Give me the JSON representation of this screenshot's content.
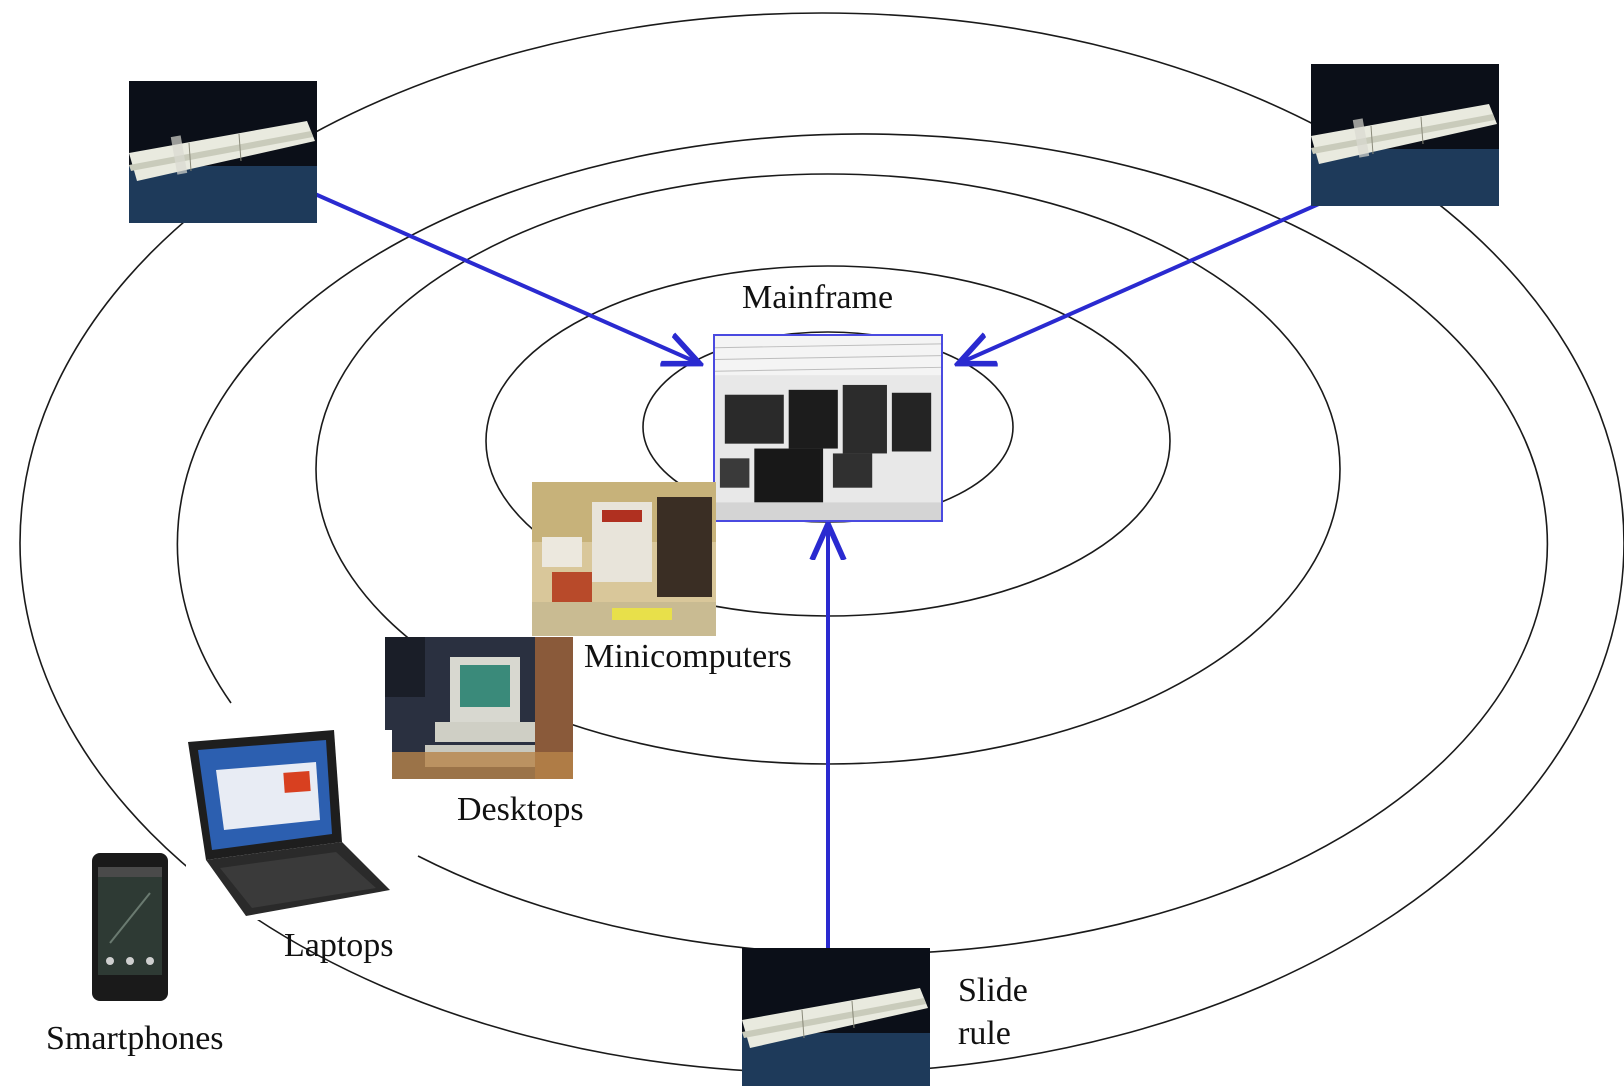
{
  "labels": {
    "mainframe": "Mainframe",
    "minicomputers": "Minicomputers",
    "desktops": "Desktops",
    "laptops": "Laptops",
    "smartphones": "Smartphones",
    "slide_rule_line1": "Slide",
    "slide_rule_line2": "rule"
  },
  "icons": {
    "slide_rule": "slide-rule-photo",
    "mainframe": "mainframe-photo",
    "minicomputer": "minicomputer-photo",
    "desktop": "desktop-photo",
    "laptop": "laptop-photo",
    "smartphone": "smartphone-photo"
  },
  "colors": {
    "arrow": "#2a2ad0",
    "ring": "#1a1a1a",
    "mainframe_border": "#4a4ae0"
  }
}
